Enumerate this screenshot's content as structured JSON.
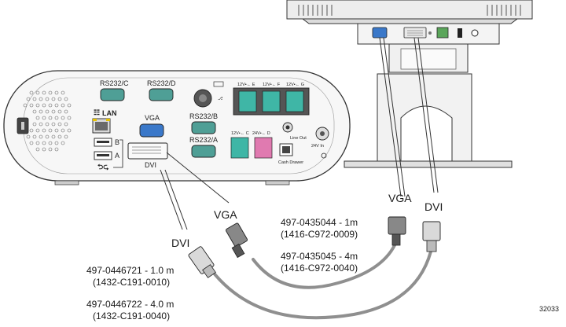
{
  "terminal": {
    "ports": {
      "rs232_c": "RS232/C",
      "rs232_d": "RS232/D",
      "rs232_b": "RS232/B",
      "rs232_a": "RS232/A",
      "vga": "VGA",
      "dvi": "DVI",
      "lan": "LAN",
      "usb_b": "B",
      "usb_a": "A",
      "pusb_e": "12V•← E",
      "pusb_f": "12V•← F",
      "pusb_g": "12V•← G",
      "pusb_c": "12V•← C",
      "pusb_d": "24V•← D",
      "line_out": "Line Out",
      "power_24v": "24V In",
      "cash_drawer": "Cash Drawer"
    }
  },
  "cables": {
    "vga_label_left": "VGA",
    "dvi_label_left": "DVI",
    "vga_label_right": "VGA",
    "dvi_label_right": "DVI",
    "vga_part_1": "497-0435044 - 1m",
    "vga_part_1_alt": "(1416-C972-0009)",
    "vga_part_2": "497-0435045 - 4m",
    "vga_part_2_alt": "(1416-C972-0040)",
    "dvi_part_1": "497-0446721 - 1.0 m",
    "dvi_part_1_alt": "(1432-C191-0010)",
    "dvi_part_2": "497-0446722 - 4.0 m",
    "dvi_part_2_alt": "(1432-C191-0040)"
  },
  "figure_number": "32033",
  "colors": {
    "cable": "#8f8f8f",
    "vga_port": "#3a78c9",
    "pusb_teal": "#3fb6a6",
    "pusb_pink": "#e07ab0",
    "body_fill": "#f7f7f7",
    "outline": "#333333"
  }
}
